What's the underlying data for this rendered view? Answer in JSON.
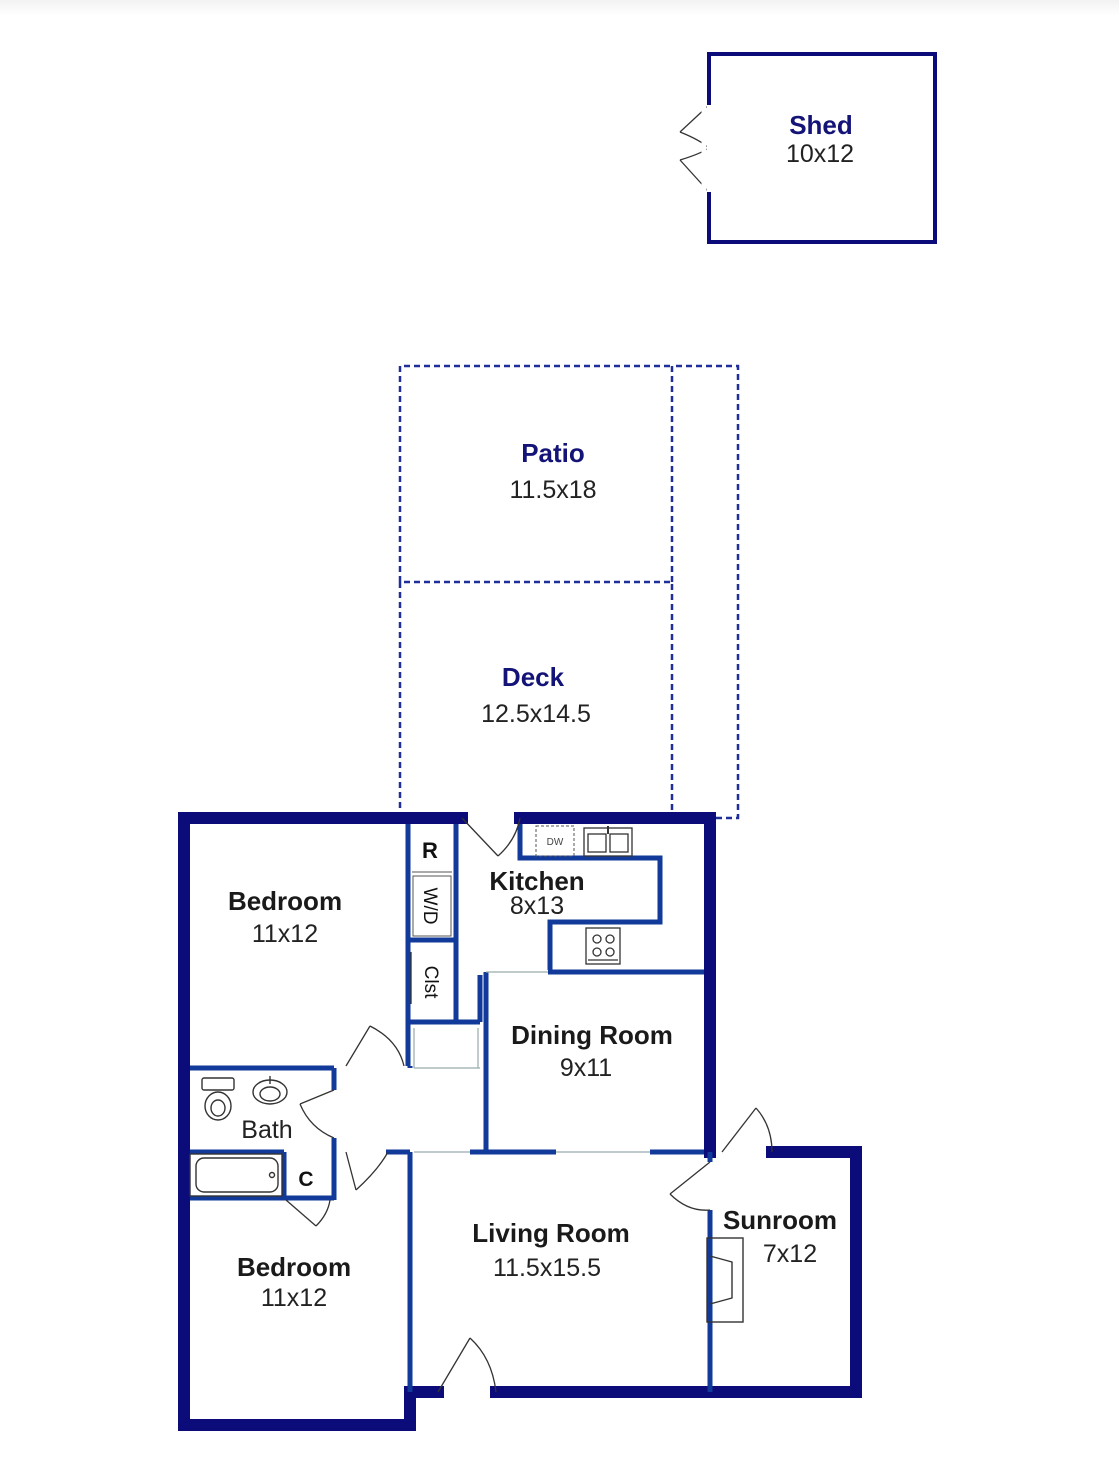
{
  "colors": {
    "wall": "#0b0b7a",
    "interior_wall": "#123a9a",
    "label_outdoor": "#141478",
    "label_indoor": "#1a1a1a",
    "fixture": "#333333"
  },
  "rooms": {
    "shed": {
      "name": "Shed",
      "dim": "10x12"
    },
    "patio": {
      "name": "Patio",
      "dim": "11.5x18"
    },
    "deck": {
      "name": "Deck",
      "dim": "12.5x14.5"
    },
    "bedroom1": {
      "name": "Bedroom",
      "dim": "11x12"
    },
    "kitchen": {
      "name": "Kitchen",
      "dim": "8x13"
    },
    "dining": {
      "name": "Dining Room",
      "dim": "9x11"
    },
    "bath": {
      "name": "Bath"
    },
    "bedroom2": {
      "name": "Bedroom",
      "dim": "11x12"
    },
    "living": {
      "name": "Living Room",
      "dim": "11.5x15.5"
    },
    "sunroom": {
      "name": "Sunroom",
      "dim": "7x12"
    }
  },
  "labels": {
    "refrigerator": "R",
    "washer_dryer": "W/D",
    "closet": "Clst",
    "closet_small": "C",
    "dishwasher": "DW"
  },
  "icons": [
    "door-swing-icon",
    "toilet-icon",
    "sink-icon",
    "bathtub-icon",
    "stove-icon",
    "kitchen-sink-icon",
    "fireplace-icon"
  ]
}
